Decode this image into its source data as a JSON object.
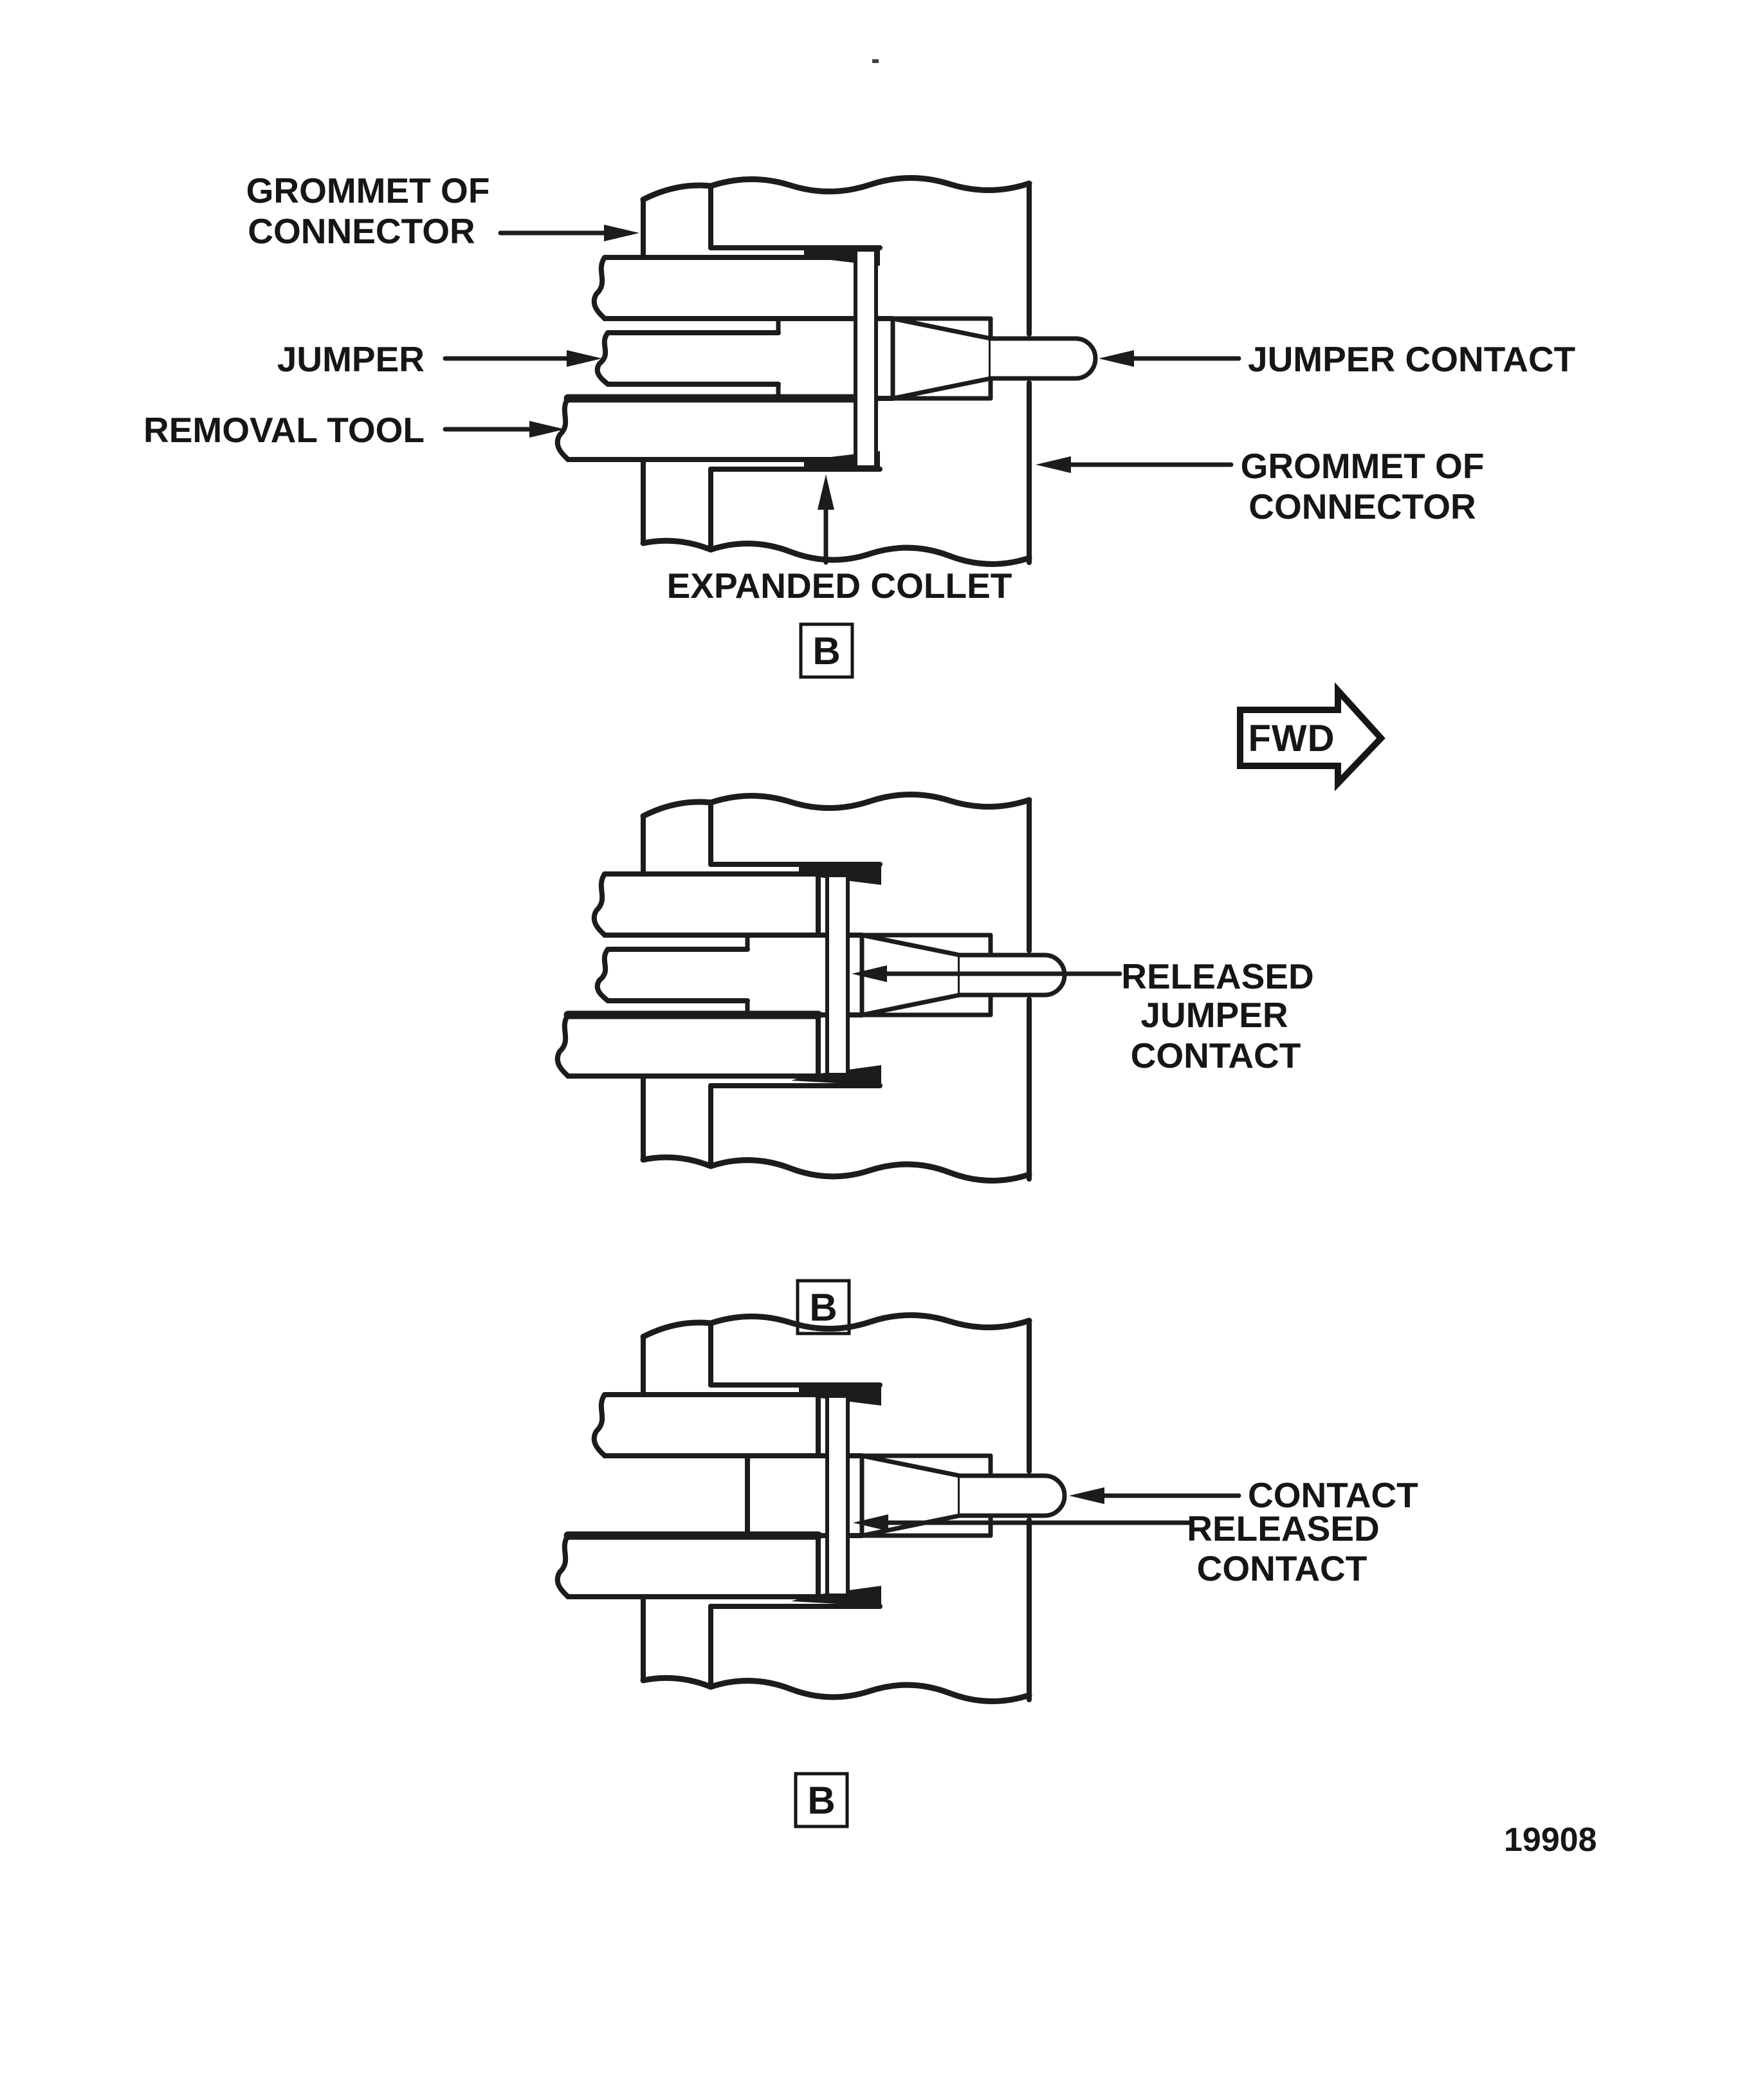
{
  "figure_number": "19908",
  "fwd_sign": {
    "label": "FWD"
  },
  "diagram_top": {
    "marker": "B",
    "labels": {
      "grommet_left_1": "GROMMET OF",
      "grommet_left_2": "CONNECTOR",
      "jumper": "JUMPER",
      "removal_tool": "REMOVAL TOOL",
      "jumper_contact": "JUMPER CONTACT",
      "grommet_right_1": "GROMMET OF",
      "grommet_right_2": "CONNECTOR",
      "expanded_collet": "EXPANDED COLLET"
    }
  },
  "diagram_middle": {
    "marker": "B",
    "labels": {
      "released_1": "RELEASED",
      "released_2": "JUMPER",
      "released_3": "CONTACT"
    }
  },
  "diagram_bottom": {
    "marker": "B",
    "labels": {
      "contact": "CONTACT",
      "released_1": "RELEASED",
      "released_2": "CONTACT"
    }
  }
}
